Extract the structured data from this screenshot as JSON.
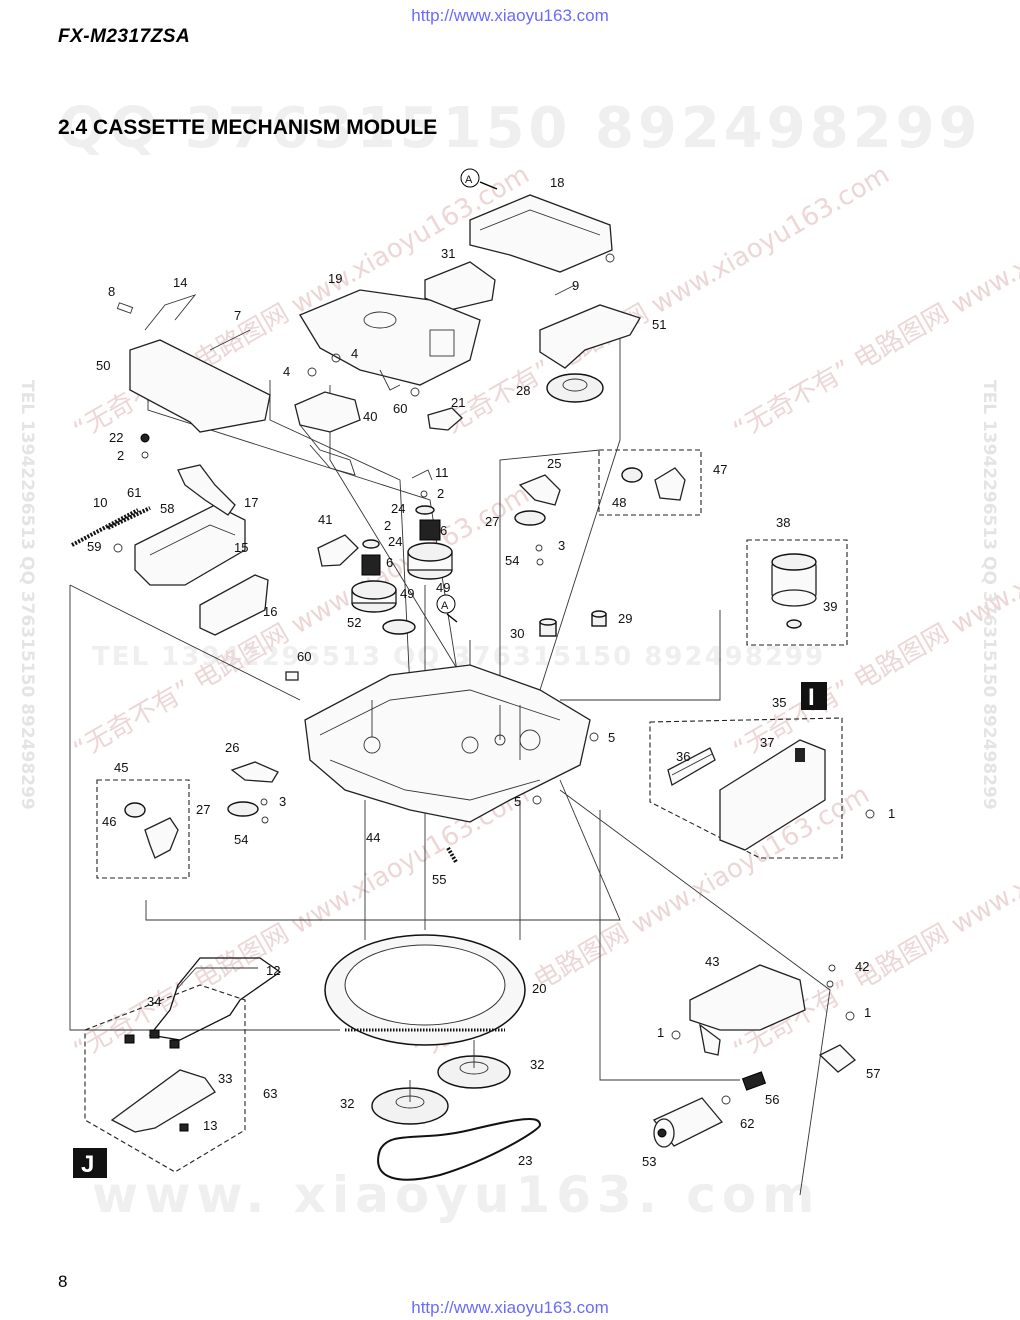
{
  "header": {
    "top_url": "http://www.xiaoyu163.com",
    "model": "FX-M2317ZSA",
    "section_title": "2.4 CASSETTE MECHANISM MODULE"
  },
  "watermarks": {
    "top_numbers": "QQ 376315150   892498299",
    "middle_line": "TEL 13942296513   QQ 376315150   892498299",
    "bottom_line": "www. xiaoyu163. com",
    "side_text": "TEL 13942296513  QQ 376315150  892498299",
    "diag_text": "“无奇不有” 电路图网  www.xiaoyu163.com"
  },
  "badges": {
    "I": "I",
    "J": "J",
    "A": "A"
  },
  "parts": {
    "p1": "1",
    "p2": "2",
    "p3": "3",
    "p4": "4",
    "p5": "5",
    "p6": "6",
    "p7": "7",
    "p8": "8",
    "p9": "9",
    "p10": "10",
    "p11": "11",
    "p12": "12",
    "p13": "13",
    "p14": "14",
    "p15": "15",
    "p16": "16",
    "p17": "17",
    "p18": "18",
    "p19": "19",
    "p20": "20",
    "p21": "21",
    "p22": "22",
    "p23": "23",
    "p24": "24",
    "p25": "25",
    "p26": "26",
    "p27": "27",
    "p28": "28",
    "p29": "29",
    "p30": "30",
    "p31": "31",
    "p32": "32",
    "p33": "33",
    "p34": "34",
    "p35": "35",
    "p36": "36",
    "p37": "37",
    "p38": "38",
    "p39": "39",
    "p40": "40",
    "p41": "41",
    "p42": "42",
    "p43": "43",
    "p44": "44",
    "p45": "45",
    "p46": "46",
    "p47": "47",
    "p48": "48",
    "p49": "49",
    "p50": "50",
    "p51": "51",
    "p52": "52",
    "p53": "53",
    "p54": "54",
    "p55": "55",
    "p56": "56",
    "p57": "57",
    "p58": "58",
    "p59": "59",
    "p60": "60",
    "p61": "61",
    "p62": "62",
    "p63": "63"
  },
  "footer": {
    "page_number": "8",
    "bottom_url": "http://www.xiaoyu163.com"
  }
}
